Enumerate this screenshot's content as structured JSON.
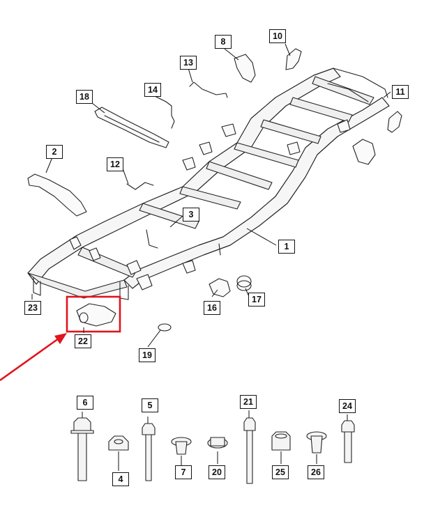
{
  "diagram": {
    "callouts": [
      "1",
      "2",
      "3",
      "4",
      "5",
      "6",
      "7",
      "8",
      "10",
      "11",
      "12",
      "13",
      "14",
      "16",
      "17",
      "18",
      "19",
      "20",
      "21",
      "22",
      "23",
      "24",
      "25",
      "26"
    ],
    "highlight_color": "#e0141c",
    "arrow_color": "#e0141c"
  }
}
